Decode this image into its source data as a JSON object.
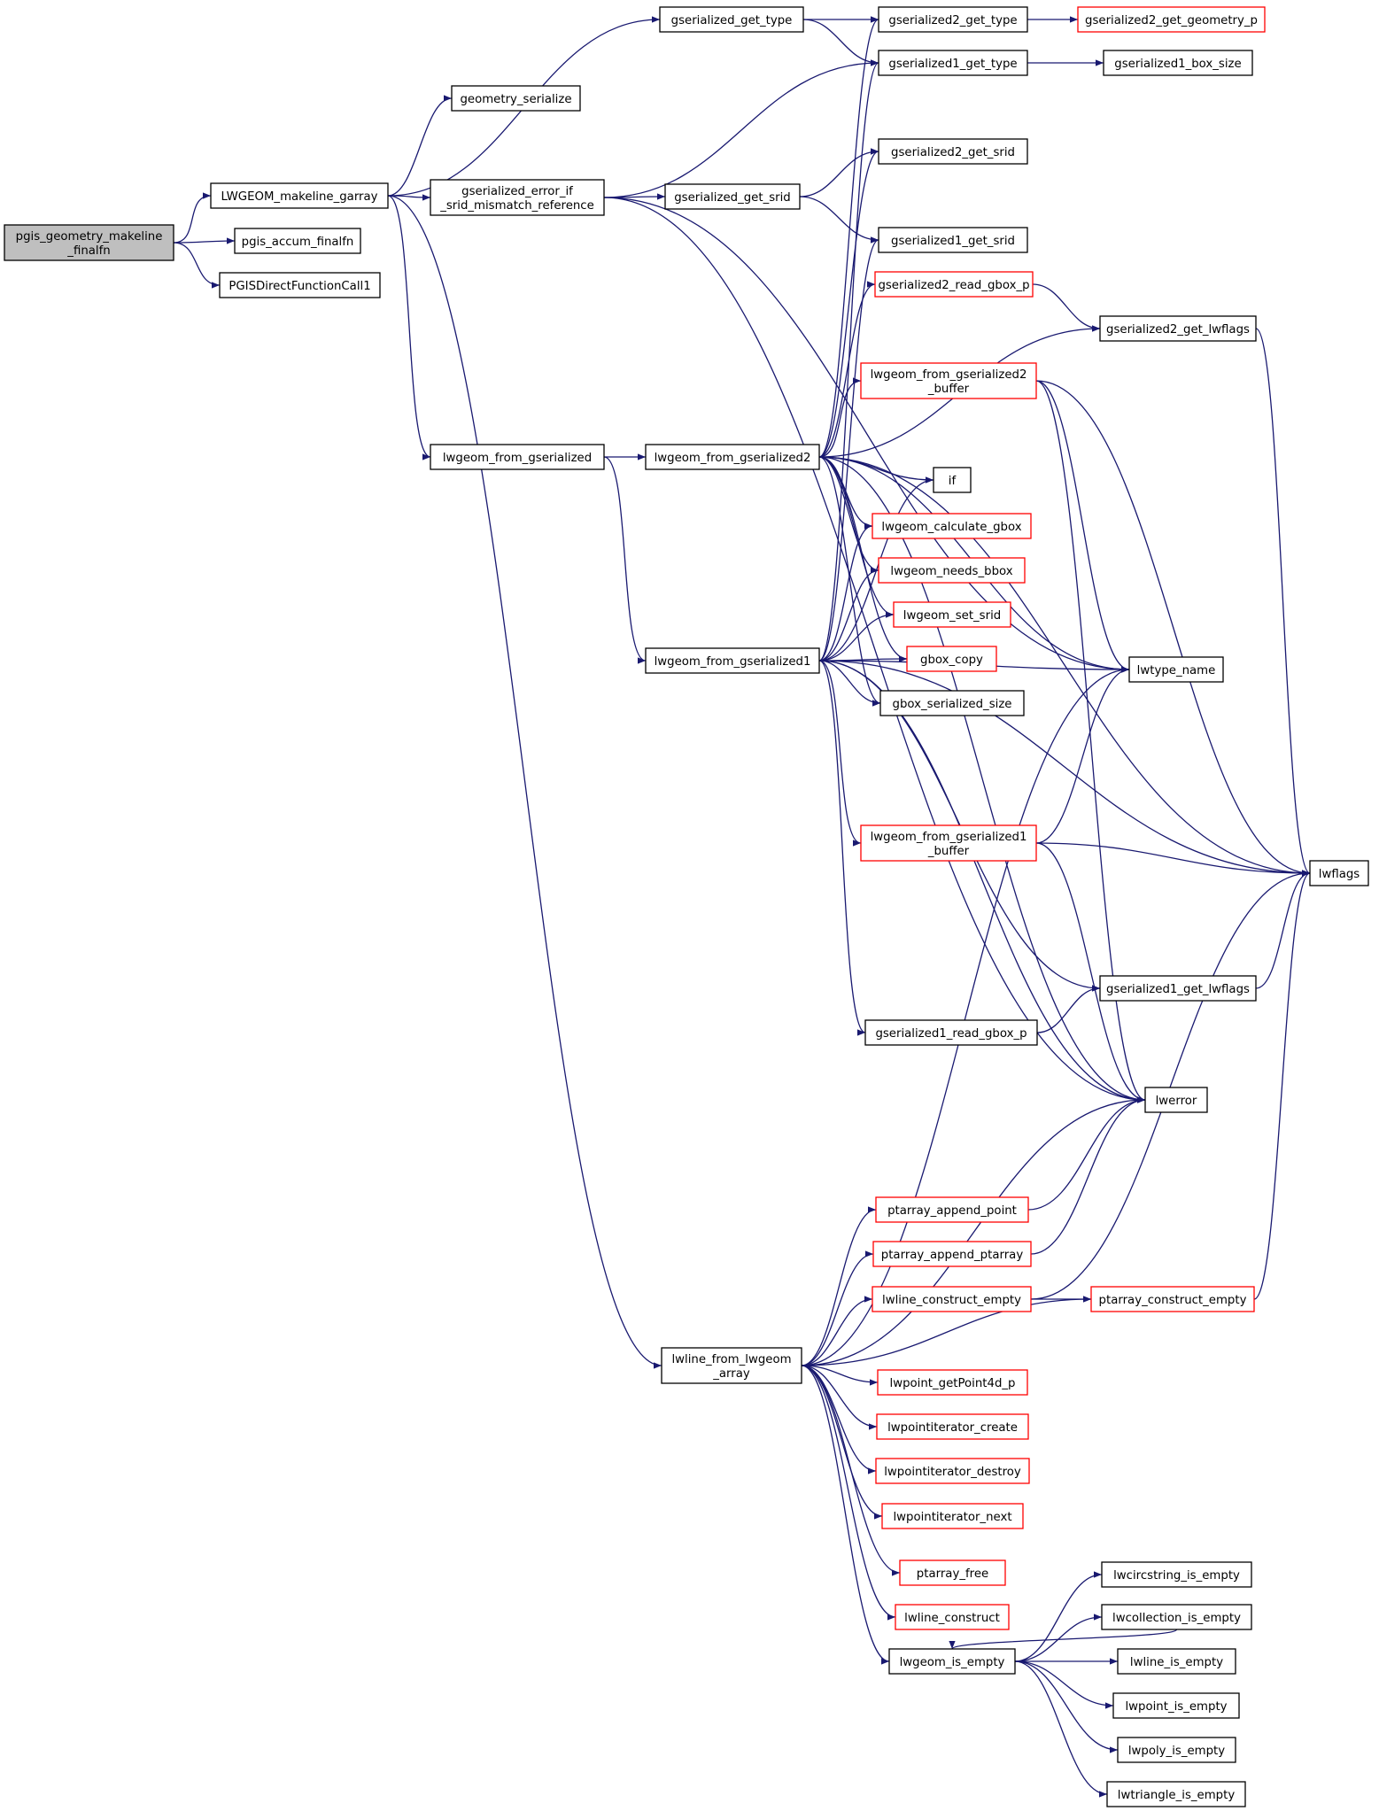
{
  "colors": {
    "edge": "#191970",
    "border_normal": "#000000",
    "border_truncated": "#ff0000",
    "fill_normal": "#ffffff",
    "fill_root": "#bfbfbf"
  },
  "nodes": [
    {
      "id": "root",
      "lines": [
        "pgis_geometry_makeline",
        "_finalfn"
      ],
      "style": "root"
    },
    {
      "id": "pgis_accum_finalfn",
      "lines": [
        "pgis_accum_finalfn"
      ],
      "style": "normal"
    },
    {
      "id": "PGISDirectFunctionCall1",
      "lines": [
        "PGISDirectFunctionCall1"
      ],
      "style": "normal"
    },
    {
      "id": "LWGEOM_makeline_garray",
      "lines": [
        "LWGEOM_makeline_garray"
      ],
      "style": "normal"
    },
    {
      "id": "geometry_serialize",
      "lines": [
        "geometry_serialize"
      ],
      "style": "normal"
    },
    {
      "id": "gserialized_get_type",
      "lines": [
        "gserialized_get_type"
      ],
      "style": "normal"
    },
    {
      "id": "gserialized_error_if_srid",
      "lines": [
        "gserialized_error_if",
        "_srid_mismatch_reference"
      ],
      "style": "normal"
    },
    {
      "id": "gserialized_get_srid",
      "lines": [
        "gserialized_get_srid"
      ],
      "style": "normal"
    },
    {
      "id": "gserialized2_get_type",
      "lines": [
        "gserialized2_get_type"
      ],
      "style": "normal"
    },
    {
      "id": "gserialized2_get_geometry_p",
      "lines": [
        "gserialized2_get_geometry_p"
      ],
      "style": "truncated"
    },
    {
      "id": "gserialized1_get_type",
      "lines": [
        "gserialized1_get_type"
      ],
      "style": "normal"
    },
    {
      "id": "gserialized1_box_size",
      "lines": [
        "gserialized1_box_size"
      ],
      "style": "normal"
    },
    {
      "id": "gserialized2_get_srid",
      "lines": [
        "gserialized2_get_srid"
      ],
      "style": "normal"
    },
    {
      "id": "gserialized1_get_srid",
      "lines": [
        "gserialized1_get_srid"
      ],
      "style": "normal"
    },
    {
      "id": "gserialized2_read_gbox_p",
      "lines": [
        "gserialized2_read_gbox_p"
      ],
      "style": "truncated"
    },
    {
      "id": "gserialized2_get_lwflags",
      "lines": [
        "gserialized2_get_lwflags"
      ],
      "style": "normal"
    },
    {
      "id": "lwgeom_from_gserialized2_buffer",
      "lines": [
        "lwgeom_from_gserialized2",
        "_buffer"
      ],
      "style": "truncated"
    },
    {
      "id": "lwgeom_from_gserialized",
      "lines": [
        "lwgeom_from_gserialized"
      ],
      "style": "normal"
    },
    {
      "id": "lwgeom_from_gserialized2",
      "lines": [
        "lwgeom_from_gserialized2"
      ],
      "style": "normal"
    },
    {
      "id": "if",
      "lines": [
        "if"
      ],
      "style": "normal"
    },
    {
      "id": "lwgeom_calculate_gbox",
      "lines": [
        "lwgeom_calculate_gbox"
      ],
      "style": "truncated"
    },
    {
      "id": "lwgeom_needs_bbox",
      "lines": [
        "lwgeom_needs_bbox"
      ],
      "style": "truncated"
    },
    {
      "id": "lwgeom_set_srid",
      "lines": [
        "lwgeom_set_srid"
      ],
      "style": "truncated"
    },
    {
      "id": "lwgeom_from_gserialized1",
      "lines": [
        "lwgeom_from_gserialized1"
      ],
      "style": "normal"
    },
    {
      "id": "gbox_copy",
      "lines": [
        "gbox_copy"
      ],
      "style": "truncated"
    },
    {
      "id": "gbox_serialized_size",
      "lines": [
        "gbox_serialized_size"
      ],
      "style": "normal"
    },
    {
      "id": "lwtype_name",
      "lines": [
        "lwtype_name"
      ],
      "style": "normal"
    },
    {
      "id": "lwgeom_from_gserialized1_buffer",
      "lines": [
        "lwgeom_from_gserialized1",
        "_buffer"
      ],
      "style": "truncated"
    },
    {
      "id": "lwflags",
      "lines": [
        "lwflags"
      ],
      "style": "normal"
    },
    {
      "id": "gserialized1_get_lwflags",
      "lines": [
        "gserialized1_get_lwflags"
      ],
      "style": "normal"
    },
    {
      "id": "gserialized1_read_gbox_p",
      "lines": [
        "gserialized1_read_gbox_p"
      ],
      "style": "normal"
    },
    {
      "id": "lwerror",
      "lines": [
        "lwerror"
      ],
      "style": "normal"
    },
    {
      "id": "ptarray_append_point",
      "lines": [
        "ptarray_append_point"
      ],
      "style": "truncated"
    },
    {
      "id": "ptarray_append_ptarray",
      "lines": [
        "ptarray_append_ptarray"
      ],
      "style": "truncated"
    },
    {
      "id": "lwline_construct_empty",
      "lines": [
        "lwline_construct_empty"
      ],
      "style": "truncated"
    },
    {
      "id": "ptarray_construct_empty",
      "lines": [
        "ptarray_construct_empty"
      ],
      "style": "truncated"
    },
    {
      "id": "lwline_from_lwgeom_array",
      "lines": [
        "lwline_from_lwgeom",
        "_array"
      ],
      "style": "normal"
    },
    {
      "id": "lwpoint_getPoint4d_p",
      "lines": [
        "lwpoint_getPoint4d_p"
      ],
      "style": "truncated"
    },
    {
      "id": "lwpointiterator_create",
      "lines": [
        "lwpointiterator_create"
      ],
      "style": "truncated"
    },
    {
      "id": "lwpointiterator_destroy",
      "lines": [
        "lwpointiterator_destroy"
      ],
      "style": "truncated"
    },
    {
      "id": "lwpointiterator_next",
      "lines": [
        "lwpointiterator_next"
      ],
      "style": "truncated"
    },
    {
      "id": "ptarray_free",
      "lines": [
        "ptarray_free"
      ],
      "style": "truncated"
    },
    {
      "id": "lwline_construct",
      "lines": [
        "lwline_construct"
      ],
      "style": "truncated"
    },
    {
      "id": "lwgeom_is_empty",
      "lines": [
        "lwgeom_is_empty"
      ],
      "style": "normal"
    },
    {
      "id": "lwcircstring_is_empty",
      "lines": [
        "lwcircstring_is_empty"
      ],
      "style": "normal"
    },
    {
      "id": "lwcollection_is_empty",
      "lines": [
        "lwcollection_is_empty"
      ],
      "style": "normal"
    },
    {
      "id": "lwline_is_empty",
      "lines": [
        "lwline_is_empty"
      ],
      "style": "normal"
    },
    {
      "id": "lwpoint_is_empty",
      "lines": [
        "lwpoint_is_empty"
      ],
      "style": "normal"
    },
    {
      "id": "lwpoly_is_empty",
      "lines": [
        "lwpoly_is_empty"
      ],
      "style": "normal"
    },
    {
      "id": "lwtriangle_is_empty",
      "lines": [
        "lwtriangle_is_empty"
      ],
      "style": "normal"
    }
  ],
  "edges": [
    [
      "root",
      "LWGEOM_makeline_garray"
    ],
    [
      "root",
      "pgis_accum_finalfn"
    ],
    [
      "root",
      "PGISDirectFunctionCall1"
    ],
    [
      "LWGEOM_makeline_garray",
      "geometry_serialize"
    ],
    [
      "LWGEOM_makeline_garray",
      "gserialized_get_type"
    ],
    [
      "LWGEOM_makeline_garray",
      "gserialized_error_if_srid"
    ],
    [
      "LWGEOM_makeline_garray",
      "lwgeom_from_gserialized"
    ],
    [
      "LWGEOM_makeline_garray",
      "lwline_from_lwgeom_array"
    ],
    [
      "gserialized_get_type",
      "gserialized2_get_type"
    ],
    [
      "gserialized_get_type",
      "gserialized1_get_type"
    ],
    [
      "gserialized2_get_type",
      "gserialized2_get_geometry_p"
    ],
    [
      "gserialized1_get_type",
      "gserialized1_box_size"
    ],
    [
      "gserialized_error_if_srid",
      "gserialized1_get_type"
    ],
    [
      "gserialized_error_if_srid",
      "gserialized_get_srid"
    ],
    [
      "gserialized_error_if_srid",
      "lwtype_name"
    ],
    [
      "gserialized_error_if_srid",
      "lwerror"
    ],
    [
      "gserialized_get_srid",
      "gserialized2_get_srid"
    ],
    [
      "gserialized_get_srid",
      "gserialized1_get_srid"
    ],
    [
      "lwgeom_from_gserialized",
      "lwgeom_from_gserialized2"
    ],
    [
      "lwgeom_from_gserialized",
      "lwgeom_from_gserialized1"
    ],
    [
      "lwgeom_from_gserialized2",
      "gserialized2_get_type"
    ],
    [
      "lwgeom_from_gserialized2",
      "gserialized2_get_srid"
    ],
    [
      "lwgeom_from_gserialized2",
      "gserialized2_read_gbox_p"
    ],
    [
      "lwgeom_from_gserialized2",
      "gserialized2_get_lwflags"
    ],
    [
      "lwgeom_from_gserialized2",
      "lwgeom_from_gserialized2_buffer"
    ],
    [
      "lwgeom_from_gserialized2",
      "if"
    ],
    [
      "lwgeom_from_gserialized2",
      "lwgeom_calculate_gbox"
    ],
    [
      "lwgeom_from_gserialized2",
      "lwgeom_needs_bbox"
    ],
    [
      "lwgeom_from_gserialized2",
      "lwgeom_set_srid"
    ],
    [
      "lwgeom_from_gserialized2",
      "gbox_copy"
    ],
    [
      "lwgeom_from_gserialized2",
      "gbox_serialized_size"
    ],
    [
      "lwgeom_from_gserialized2",
      "lwtype_name"
    ],
    [
      "lwgeom_from_gserialized2",
      "lwflags"
    ],
    [
      "lwgeom_from_gserialized2",
      "lwerror"
    ],
    [
      "gserialized2_read_gbox_p",
      "gserialized2_get_lwflags"
    ],
    [
      "gserialized2_get_lwflags",
      "lwflags"
    ],
    [
      "lwgeom_from_gserialized2_buffer",
      "lwtype_name"
    ],
    [
      "lwgeom_from_gserialized2_buffer",
      "lwflags"
    ],
    [
      "lwgeom_from_gserialized2_buffer",
      "lwerror"
    ],
    [
      "lwgeom_from_gserialized1",
      "gserialized1_get_type"
    ],
    [
      "lwgeom_from_gserialized1",
      "gserialized1_get_srid"
    ],
    [
      "lwgeom_from_gserialized1",
      "if"
    ],
    [
      "lwgeom_from_gserialized1",
      "lwgeom_calculate_gbox"
    ],
    [
      "lwgeom_from_gserialized1",
      "lwgeom_needs_bbox"
    ],
    [
      "lwgeom_from_gserialized1",
      "lwgeom_set_srid"
    ],
    [
      "lwgeom_from_gserialized1",
      "gbox_copy"
    ],
    [
      "lwgeom_from_gserialized1",
      "gbox_serialized_size"
    ],
    [
      "lwgeom_from_gserialized1",
      "lwtype_name"
    ],
    [
      "lwgeom_from_gserialized1",
      "lwgeom_from_gserialized1_buffer"
    ],
    [
      "lwgeom_from_gserialized1",
      "lwflags"
    ],
    [
      "lwgeom_from_gserialized1",
      "gserialized1_get_lwflags"
    ],
    [
      "lwgeom_from_gserialized1",
      "gserialized1_read_gbox_p"
    ],
    [
      "lwgeom_from_gserialized1",
      "lwerror"
    ],
    [
      "lwgeom_from_gserialized1_buffer",
      "lwtype_name"
    ],
    [
      "lwgeom_from_gserialized1_buffer",
      "lwflags"
    ],
    [
      "lwgeom_from_gserialized1_buffer",
      "lwerror"
    ],
    [
      "gserialized1_get_lwflags",
      "lwflags"
    ],
    [
      "gserialized1_read_gbox_p",
      "gserialized1_get_lwflags"
    ],
    [
      "ptarray_append_point",
      "lwerror"
    ],
    [
      "ptarray_append_ptarray",
      "lwerror"
    ],
    [
      "lwline_construct_empty",
      "ptarray_construct_empty"
    ],
    [
      "lwline_construct_empty",
      "lwflags"
    ],
    [
      "ptarray_construct_empty",
      "lwflags"
    ],
    [
      "lwline_from_lwgeom_array",
      "lwtype_name"
    ],
    [
      "lwline_from_lwgeom_array",
      "lwerror"
    ],
    [
      "lwline_from_lwgeom_array",
      "ptarray_append_point"
    ],
    [
      "lwline_from_lwgeom_array",
      "ptarray_append_ptarray"
    ],
    [
      "lwline_from_lwgeom_array",
      "lwline_construct_empty"
    ],
    [
      "lwline_from_lwgeom_array",
      "ptarray_construct_empty"
    ],
    [
      "lwline_from_lwgeom_array",
      "lwpoint_getPoint4d_p"
    ],
    [
      "lwline_from_lwgeom_array",
      "lwpointiterator_create"
    ],
    [
      "lwline_from_lwgeom_array",
      "lwpointiterator_destroy"
    ],
    [
      "lwline_from_lwgeom_array",
      "lwpointiterator_next"
    ],
    [
      "lwline_from_lwgeom_array",
      "ptarray_free"
    ],
    [
      "lwline_from_lwgeom_array",
      "lwline_construct"
    ],
    [
      "lwline_from_lwgeom_array",
      "lwgeom_is_empty"
    ],
    [
      "lwgeom_is_empty",
      "lwcircstring_is_empty"
    ],
    [
      "lwgeom_is_empty",
      "lwcollection_is_empty"
    ],
    [
      "lwgeom_is_empty",
      "lwline_is_empty"
    ],
    [
      "lwgeom_is_empty",
      "lwpoint_is_empty"
    ],
    [
      "lwgeom_is_empty",
      "lwpoly_is_empty"
    ],
    [
      "lwgeom_is_empty",
      "lwtriangle_is_empty"
    ],
    [
      "lwcollection_is_empty",
      "lwgeom_is_empty"
    ]
  ]
}
